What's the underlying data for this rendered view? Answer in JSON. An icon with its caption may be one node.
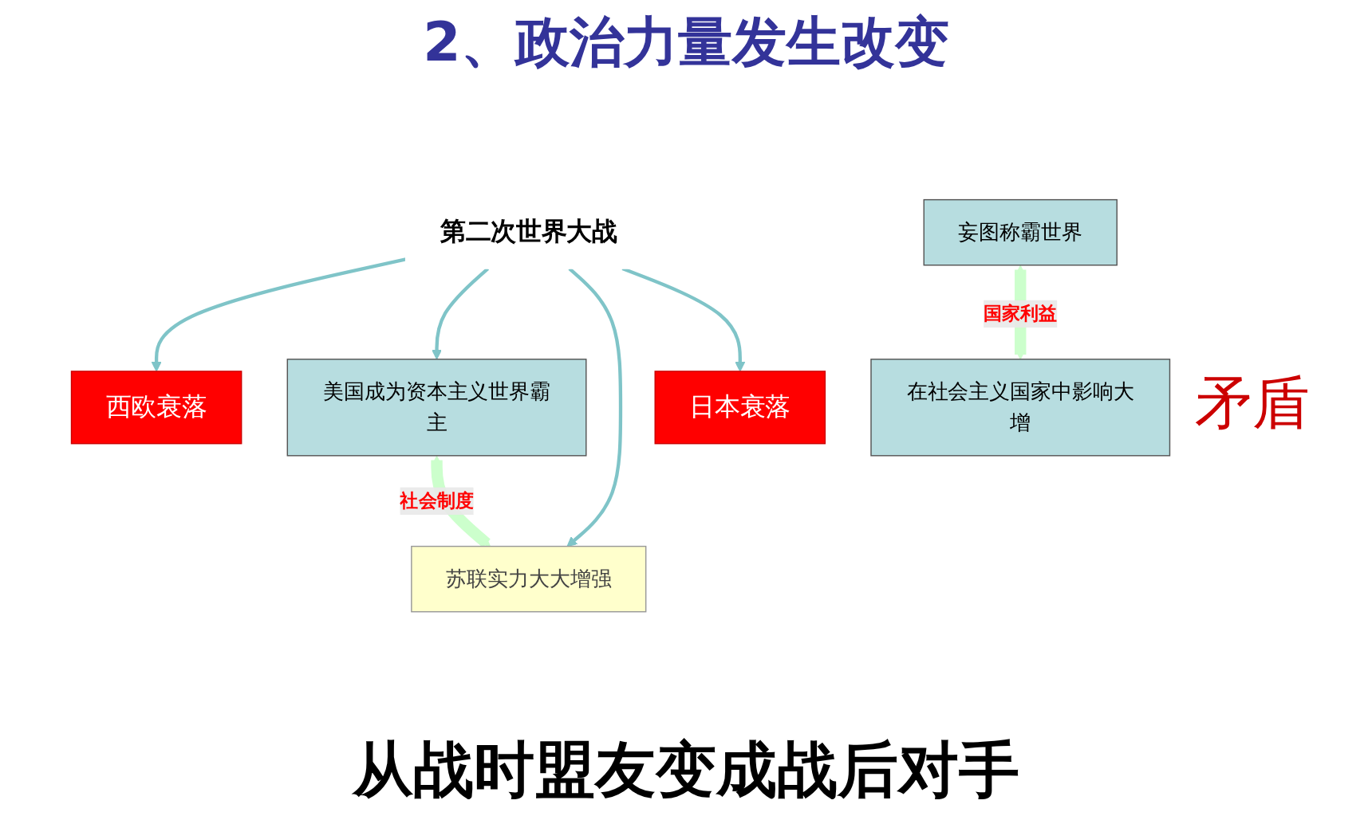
{
  "diagram": {
    "title": "2、政治力量发生改变",
    "caption": "从战时盟友变成战后对手",
    "nodes": [
      {
        "text": [
          "第二次世界大战"
        ]
      },
      {
        "text": [
          "西欧衰落"
        ]
      },
      {
        "text": [
          "美国成为资本主义世界霸主"
        ]
      },
      {
        "text": [
          "苏联实力大大增强"
        ]
      },
      {
        "text": [
          "日本衰落"
        ]
      },
      {
        "text": [
          "妄图称霸世界"
        ]
      },
      {
        "text": [
          "在社会主义国家中影响大增"
        ]
      }
    ],
    "edges": [
      {
        "from": 0,
        "to": 1,
        "arrow": "to"
      },
      {
        "from": 0,
        "to": 2,
        "arrow": "to"
      },
      {
        "from": 0,
        "to": 3,
        "arrow": "to"
      },
      {
        "from": 0,
        "to": 4,
        "arrow": "to"
      },
      {
        "from": 2,
        "to": 3,
        "arrow": "both",
        "label": "社会制度",
        "style": "thick",
        "color": "#ccffcc"
      },
      {
        "from": 5,
        "to": 6,
        "arrow": "both",
        "label": "国家利益",
        "style": "thick",
        "color": "#ccffcc"
      }
    ],
    "labels": [
      "矛盾"
    ]
  }
}
